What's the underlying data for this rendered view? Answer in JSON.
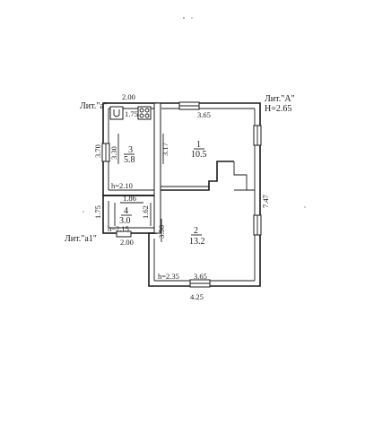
{
  "labels": {
    "lit_a_small": "Лит.\"а\"",
    "lit_a_big": "Лит.\"А\"",
    "height_a_big": "H=2.65",
    "lit_a1": "Лит.\"а1\""
  },
  "rooms": [
    {
      "number": "1",
      "area": "10.5"
    },
    {
      "number": "2",
      "area": "13.2"
    },
    {
      "number": "3",
      "area": "5.8"
    },
    {
      "number": "4",
      "area": "3.0"
    }
  ],
  "heights": {
    "room3": "h=2.10",
    "room4": "h=2.15",
    "room2": "h=2.35"
  },
  "dimensions": {
    "top_a": "2.00",
    "room1_top": "3.65",
    "left_a": "3.70",
    "left_a_inner": "3.30",
    "room1_left": "3.17",
    "right_total": "7.47",
    "bath_width": "1.75",
    "room3_width": "1.86",
    "room4_left": "1.75",
    "room4_right": "1.62",
    "bottom_a1": "2.00",
    "room2_left": "3.56",
    "room2_bottom": "3.65",
    "bottom_total": "4.25"
  }
}
